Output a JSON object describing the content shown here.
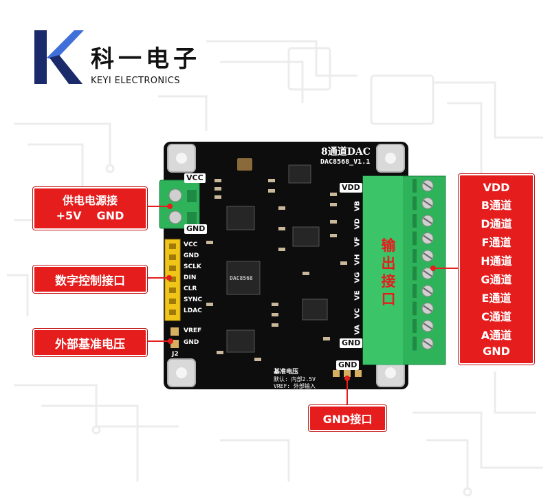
{
  "brand": {
    "name_cn": "科一电子",
    "name_en": "KEYI ELECTRONICS",
    "colors": {
      "k_dark": "#1b2a6b",
      "k_light": "#3f6fd9"
    }
  },
  "board": {
    "title": "8通道DAC",
    "model": "DAC8568_V1.1",
    "vcc_pill": "VCC",
    "gnd_pill": "GND",
    "vdd_pill": "VDD",
    "gnd_right_pill": "GND",
    "gnd_bottom_pill": "GND",
    "chip_marking": "DAC8568",
    "header_pins": [
      "VCC",
      "GND",
      "SCLK",
      "DIN",
      "CLR",
      "SYNC",
      "LDAC"
    ],
    "vref_pins": [
      "VREF",
      "GND"
    ],
    "j2": "J2",
    "channel_pins": [
      "VB",
      "VD",
      "VF",
      "VH",
      "VG",
      "VE",
      "VC",
      "VA"
    ],
    "ref_title": "基准电压",
    "ref_line1": "默认: 内部2.5V",
    "ref_line2": "VREF: 外部输入",
    "colors": {
      "pcb": "#0d0d0d",
      "terminal": "#2fb35a",
      "header": "#f0c419"
    }
  },
  "callouts": {
    "power_line1": "供电电源接",
    "power_v": "+5V",
    "power_gnd": "GND",
    "digital": "数字控制接口",
    "external_ref": "外部基准电压",
    "gnd_port": "GND接口",
    "output": "输出接口",
    "channels": [
      "VDD",
      "B通道",
      "D通道",
      "F通道",
      "H通道",
      "G通道",
      "E通道",
      "C通道",
      "A通道",
      "GND"
    ],
    "color": "#e51d1d"
  }
}
